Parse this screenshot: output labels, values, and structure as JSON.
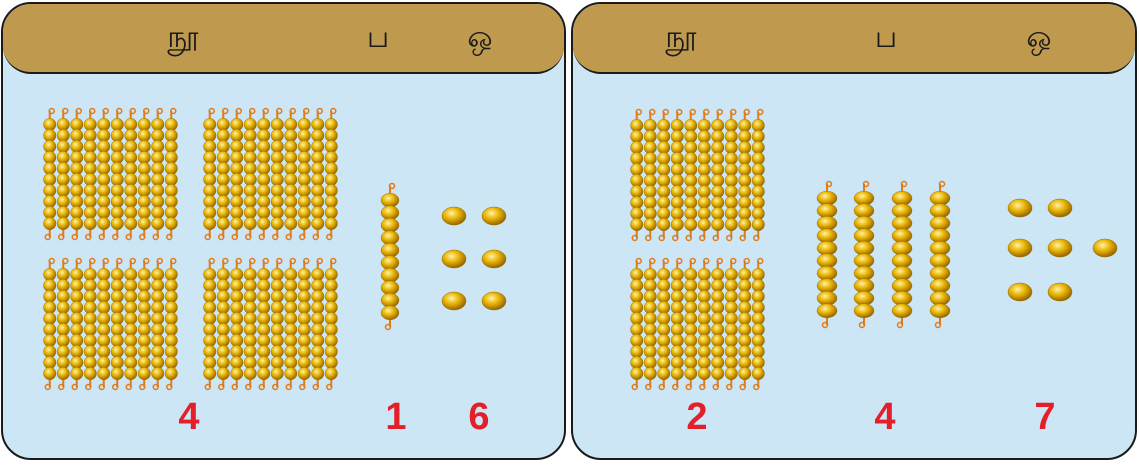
{
  "panels": [
    {
      "headers": {
        "hundreds": "நூ",
        "tens": "ப",
        "ones": "ஒ"
      },
      "counts": {
        "hundreds": "4",
        "tens": "1",
        "ones": "6"
      },
      "bead_groups": {
        "hundreds": 4,
        "tens": 1,
        "ones": 6
      }
    },
    {
      "headers": {
        "hundreds": "நூ",
        "tens": "ப",
        "ones": "ஒ"
      },
      "counts": {
        "hundreds": "2",
        "tens": "4",
        "ones": "7"
      },
      "bead_groups": {
        "hundreds": 2,
        "tens": 4,
        "ones": 7
      }
    }
  ],
  "colors": {
    "panel_bg": "#cce6f6",
    "header_bg": "#bf9a4e",
    "count_text": "#e3202a",
    "bead_gold": "#e8b400",
    "wire_orange": "#e07b1a"
  }
}
